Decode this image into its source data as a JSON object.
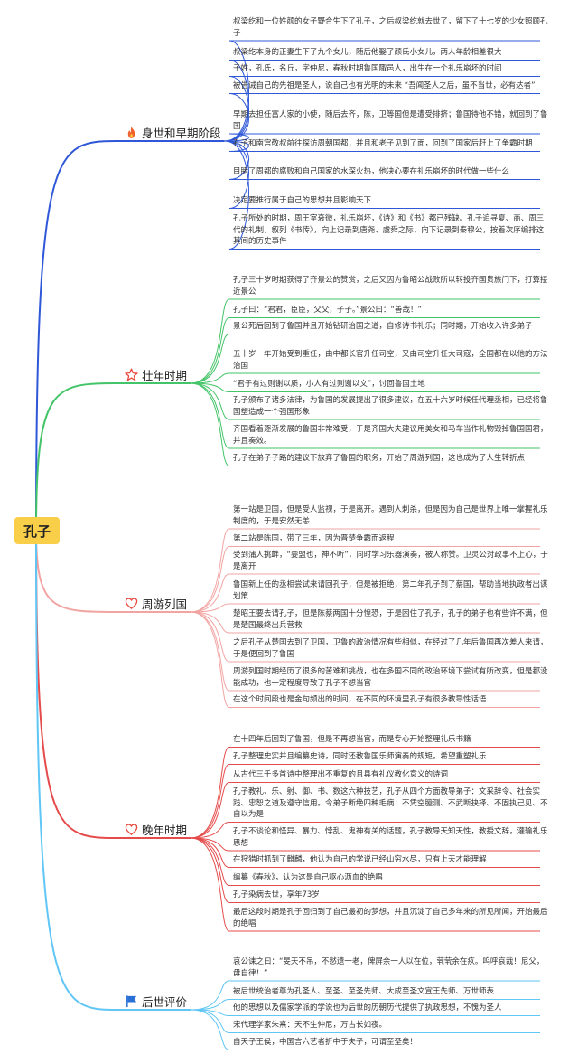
{
  "root": "孔子",
  "branches": [
    {
      "label": "身世和早期阶段",
      "icon": "fire-icon",
      "color": "#2f58d8",
      "items": [
        "叔梁纥和一位姓颜的女子野合生下了孔子，之后叔梁纥就去世了，留下了十七岁的少女照顾孔子",
        "叔梁纥本身的正妻生下了九个女儿，随后他娶了颜氏小女儿，两人年龄相差很大",
        "子姓，孔氏，名丘，字仲尼，春秋时期鲁国陬邑人，出生在一个礼乐崩坏的时间",
        "被告诫自己的先祖是圣人，说自己也有光明的未来 “吾闻圣人之后，虽不当世，必有达者”",
        "早期去担任富人家的小使，随后去齐，陈，卫等国但是遭受排挤；鲁国待他不错，就回到了鲁国",
        "孔子和南宫敬叔前往探访周朝国都，并且和老子见到了面，回到了国家后赶上了争霸时期",
        "目睹了周都的腐败和自己国家的水深火热，他决心要在礼乐崩坏的时代做一些什么",
        "决定要推行属于自己的思想并且影响天下",
        "孔子所处的时期，周王室衰微，礼乐崩坏，《诗》和《书》都已残缺。孔子追寻夏、商、周三代的礼制，叙列《书传》，向上记录到唐尧、虞舜之际，向下记录到秦穆公，按着次序编排这其间的历史事件"
      ]
    },
    {
      "label": "壮年时期",
      "icon": "star-icon",
      "color": "#43c468",
      "items": [
        "孔子三十岁时期获得了齐景公的赞赏，之后又因为鲁昭公战败所以转投齐国贵族门下，打算接近景公",
        "孔子曰：“君君，臣臣，父父，子子。”景公曰：“善哉！”",
        "景公死后回到了鲁国并且开始钻研治国之道，自修诗书礼乐；同时期，开始收入许多弟子",
        "五十岁一年开始受到重任，由中都长官升任司空，又由司空升任大司寇，全国都在以他的方法治国",
        "“君子有过则谢以质，小人有过则谢以文”，讨回鲁国土地",
        "孔子颁布了诸多法律，为鲁国的发展提出了很多建议，在五十六岁时候任代理丞相，已经将鲁国塑造成一个强国形象",
        "齐国看着逐渐发展的鲁国非常难受，于是齐国大夫建议用美女和马车当作礼物毁掉鲁国国君，并且奏效。",
        "孔子在弟子子路的建议下放弃了鲁国的职务，开始了周游列国，这也成为了人生转折点"
      ]
    },
    {
      "label": "周游列国",
      "icon": "heart-icon",
      "color": "#f2a4a2",
      "items": [
        "第一站是卫国，但是受人监视，于是离开。遇到人刺杀，但是因为自己是世界上唯一掌握礼乐制度的，于是安然无恙",
        "第二站是陈国，带了三年，因为晋楚争霸而返程",
        "受到蒲人挑衅，“要盟也，神不听”，同时学习乐器演奏，被人称赞。卫灵公对政事不上心，于是离开",
        "鲁国新上任的丞相尝试来请回孔子，但是被拒绝，第二年孔子到了蔡国，帮助当地执政者出谋划策",
        "楚昭王要去请孔子，但是陈蔡两国十分惶恐，于是困住了孔子，孔子的弟子也有些许不满，但是楚国最终出兵营救",
        "之后孔子从楚国去到了卫国，卫鲁的政治情况有些相似，在经过了几年后鲁国再次差人来请，于是便回到了鲁国",
        "周游列国时期经历了很多的苦难和挑战，也在多国不同的政治环境下尝试有所改变，但是都没能成功，也一定程度导致了孔子不想当官",
        "在这个时间段也是金句频出的时间，在不同的环境里孔子有很多教导性话语"
      ]
    },
    {
      "label": "晚年时期",
      "icon": "heart-icon",
      "color": "#e54b4b",
      "items": [
        "在十四年后回到了鲁国，但是不再想当官，而是专心开始整理礼乐书籍",
        "孔子整理史实并且编纂史诗，同时还教鲁国乐师演奏的规矩，希望重塑礼乐",
        "从古代三千多首诗中整理出不重复的且具有礼仪教化意义的诗词",
        "孔子教礼、乐、射、御、书、数这六种技艺，孔子从四个方面教导弟子：文采辞令、社会实践、忠恕之道及遵守信用。令弟子断绝四种毛病：不凭空臆测、不武断抉择、不固执己见、不自以为是",
        "孔子不谈论和怪异、暴力、悖乱、鬼神有关的话题，孔子教导天知天性，教授文辞，灌输礼乐思想",
        "在狩猎时抓到了麒麟，他认为自己的学说已经山穷水尽，只有上天才能理解",
        "编纂《春秋》，认为这是自己呕心沥血的绝唱",
        "孔子染病去世，享年73岁",
        "最后这段时期是孔子回归到了自己最初的梦想，并且沉淀了自己多年来的所见所闻，开始最后的绝唱"
      ]
    },
    {
      "label": "后世评价",
      "icon": "flag-icon",
      "color": "#5fc6f5",
      "items": [
        "哀公诔之曰：“旻天不吊，不憖遗一老，俾屏余一人以在位，茕茕余在疚。呜呼哀哉！尼父，毋自律！”",
        "被后世统治者尊为孔圣人、至圣、至圣先师、大成至圣文宣王先师、万世师表",
        "他的思想以及儒家学派的学说也为后世的历朝历代提供了执政思想，不愧为圣人",
        "宋代理学家朱熹：天不生仲尼，万古长如夜。",
        "自天子王侯，中国言六艺者折中于夫子，可谓至圣矣！"
      ]
    }
  ]
}
